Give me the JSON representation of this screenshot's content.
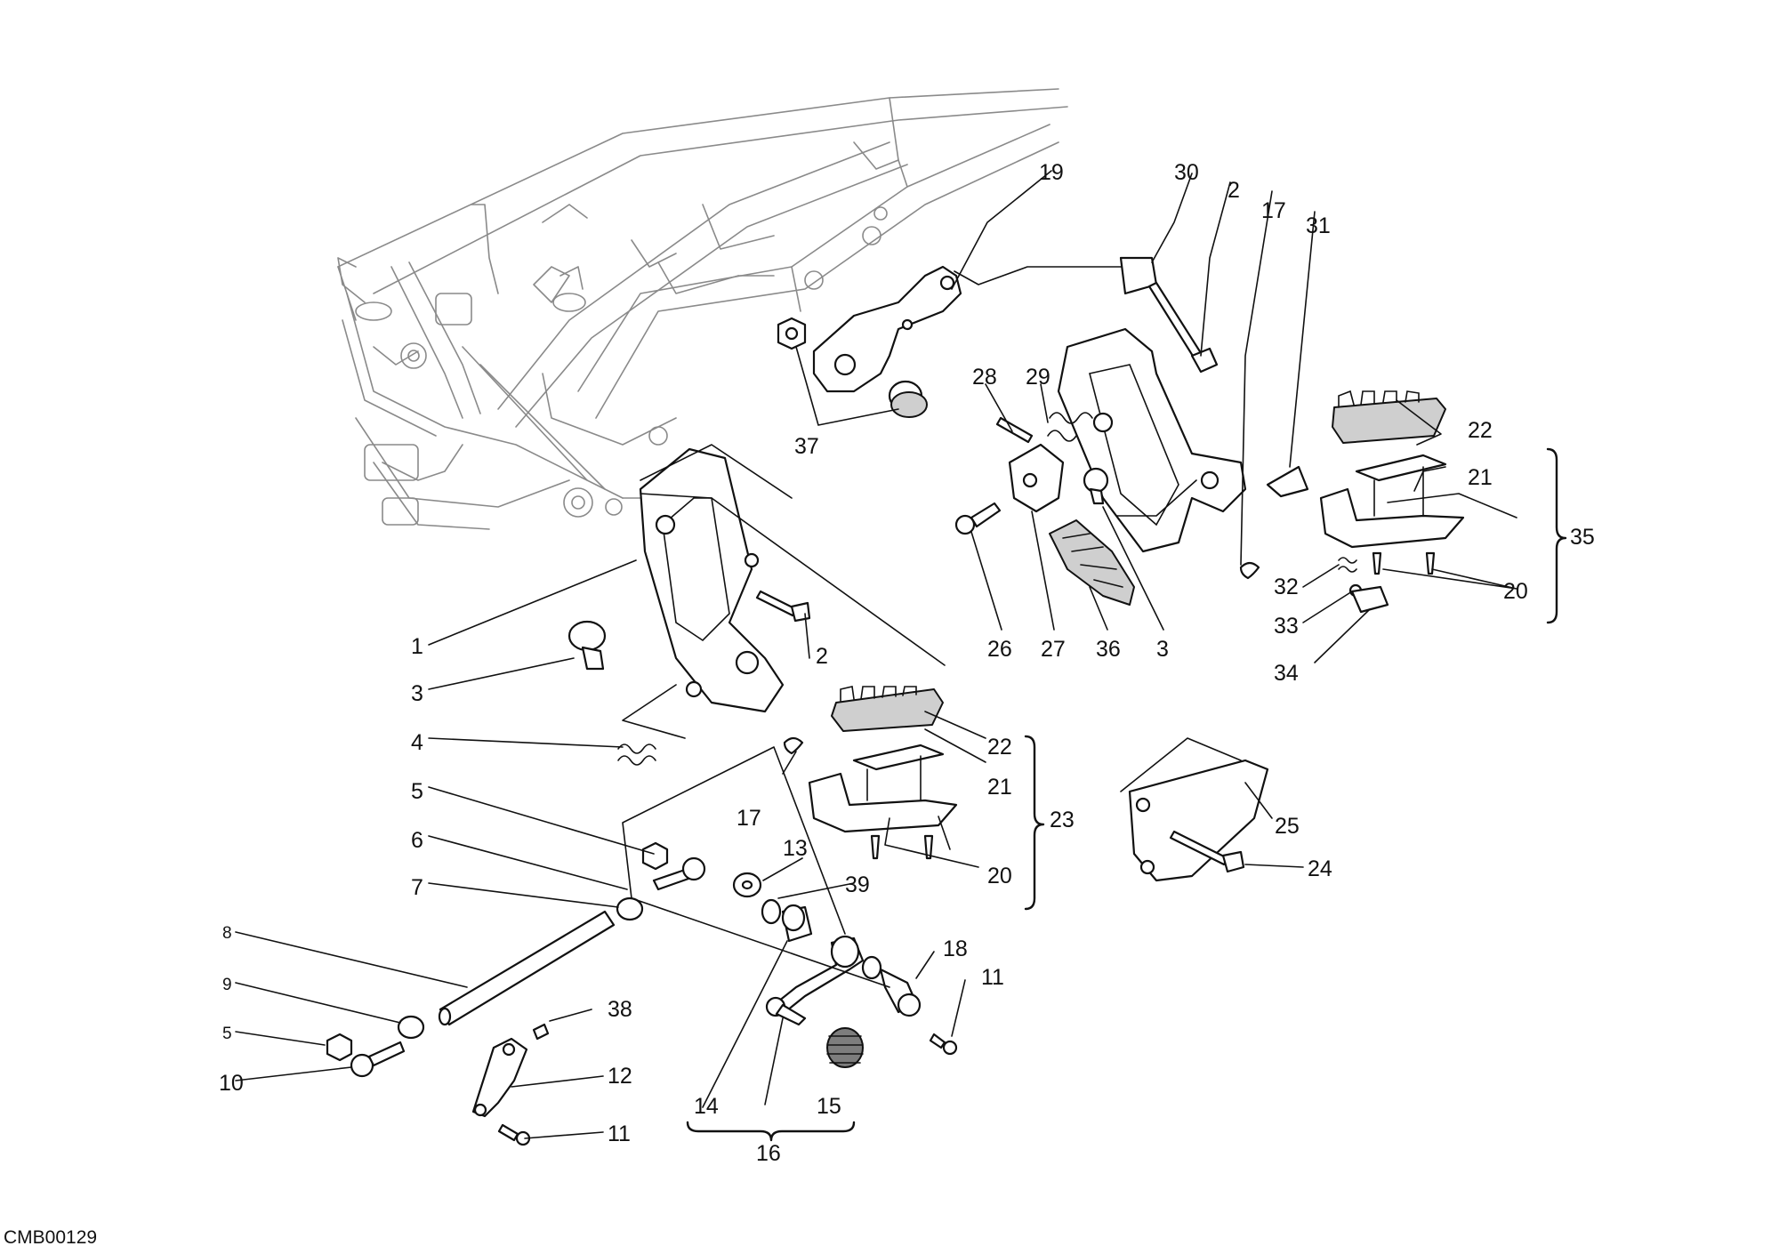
{
  "drawing_code": "CMB00129",
  "callouts": {
    "c1": "1",
    "c2a": "2",
    "c2b": "2",
    "c3a": "3",
    "c3b": "3",
    "c4": "4",
    "c5a": "5",
    "c5b": "5",
    "c6": "6",
    "c7": "7",
    "c8": "8",
    "c9": "9",
    "c10": "10",
    "c11a": "11",
    "c11b": "11",
    "c12": "12",
    "c13": "13",
    "c14": "14",
    "c15": "15",
    "c16": "16",
    "c17a": "17",
    "c17b": "17",
    "c18": "18",
    "c19": "19",
    "c20a": "20",
    "c20b": "20",
    "c21a": "21",
    "c21b": "21",
    "c22a": "22",
    "c22b": "22",
    "c23": "23",
    "c24": "24",
    "c25": "25",
    "c26": "26",
    "c27": "27",
    "c28": "28",
    "c29": "29",
    "c30": "30",
    "c31": "31",
    "c32": "32",
    "c33": "33",
    "c34": "34",
    "c35": "35",
    "c36": "36",
    "c37": "37",
    "c38": "38",
    "c39": "39"
  }
}
